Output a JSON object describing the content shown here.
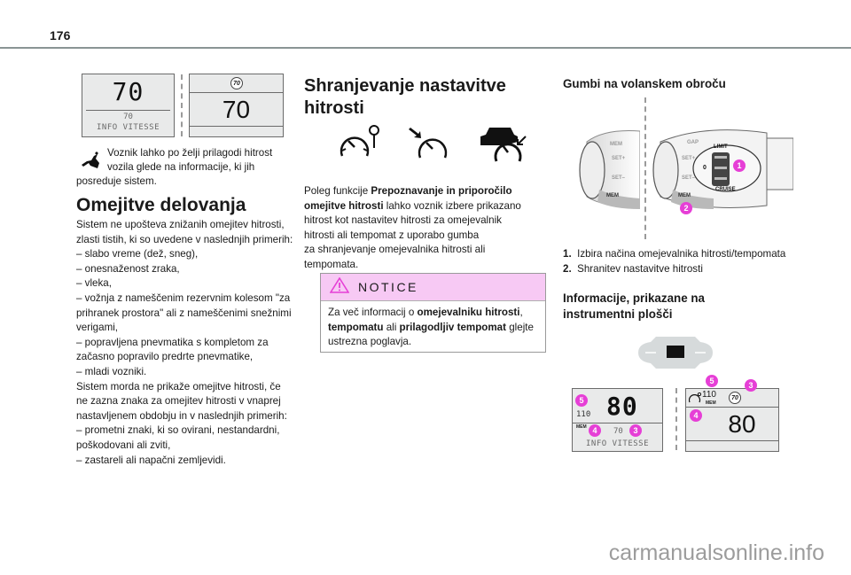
{
  "page": {
    "number": "176",
    "watermark": "carmanualsonline.info"
  },
  "left": {
    "display_left": {
      "speed": "70",
      "sub_speed": "70",
      "label": "INFO VITESSE"
    },
    "display_right": {
      "sign": "70",
      "speed": "70"
    },
    "tip_text_line1": "Voznik lahko po želji prilagodi hitrost",
    "tip_text_line2": "vozila glede na informacije, ki jih",
    "tip_text_line3": "posreduje sistem.",
    "section_title": "Omejitve delovanja",
    "paragraph_lines": [
      "Sistem ne upošteva znižanih omejitev hitrosti,",
      "zlasti tistih, ki so uvedene v naslednjih primerih:",
      "–  slabo vreme (dež, sneg),",
      "–  onesnaženost zraka,",
      "–  vleka,",
      "–  vožnja z nameščenim rezervnim kolesom \"za",
      "prihranek prostora\" ali z nameščenimi snežnimi",
      "verigami,",
      "–  popravljena pnevmatika s kompletom za",
      "začasno popravilo predrte pnevmatike,",
      "–  mladi vozniki.",
      "Sistem morda ne prikaže omejitve hitrosti, če",
      "ne zazna znaka za omejitev hitrosti v vnaprej",
      "nastavljenem obdobju in v naslednjih primerih:",
      "–  prometni znaki, ki so ovirani, nestandardni,",
      "poškodovani ali zviti,",
      "–  zastareli ali napačni zemljevidi."
    ]
  },
  "middle": {
    "title_line1": "Shranjevanje nastavitve",
    "title_line2": "hitrosti",
    "para": {
      "l1_a": "Poleg funkcije ",
      "l1_b": "Prepoznavanje in priporočilo",
      "l2_b": "omejitve hitrosti",
      "l2_a": " lahko voznik izbere prikazano",
      "l3": "hitrost kot nastavitev hitrosti za omejevalnik",
      "l4": "hitrosti ali tempomat z uporabo gumba",
      "l5": "za shranjevanje omejevalnika hitrosti ali",
      "l6": "tempomata."
    },
    "notice": {
      "title": "NOTICE",
      "l1_a": "Za več informacij o ",
      "l1_b": "omejevalniku hitrosti",
      "l1_c": ",",
      "l2_b1": "tempomatu",
      "l2_a": " ali ",
      "l2_b2": "prilagodljiv tempomat",
      "l2_c": " glejte",
      "l3": "ustrezna poglavja."
    }
  },
  "right": {
    "title": "Gumbi na volanskem obroču",
    "stalk_labels": {
      "mem_top": "MEM",
      "gap": "GAP",
      "set_plus": "SET+",
      "set_minus": "SET–",
      "mem": "MEM",
      "limit": "LIMIT",
      "cruise": "CRUISE",
      "zero": "0"
    },
    "callouts": [
      "1",
      "2"
    ],
    "list": [
      {
        "num": "1.",
        "text": "Izbira načina omejevalnika hitrosti/tempomata"
      },
      {
        "num": "2.",
        "text": "Shranitev nastavitve hitrosti"
      }
    ],
    "info_title_line1": "Informacije, prikazane na",
    "info_title_line2": "instrumentni plošči",
    "display_left": {
      "speed": "80",
      "mem_speed": "110",
      "sub_speed": "70",
      "label": "INFO VITESSE",
      "mem_label": "MEM"
    },
    "display_right": {
      "mem_speed": "110",
      "mem_label": "MEM",
      "sign": "70",
      "speed": "80"
    },
    "display_callouts": [
      "5",
      "4",
      "3",
      "5",
      "3",
      "4"
    ]
  },
  "colors": {
    "callout": "#e63fd6",
    "notice_header": "#f7c9f4",
    "rule": "#8a9494"
  }
}
